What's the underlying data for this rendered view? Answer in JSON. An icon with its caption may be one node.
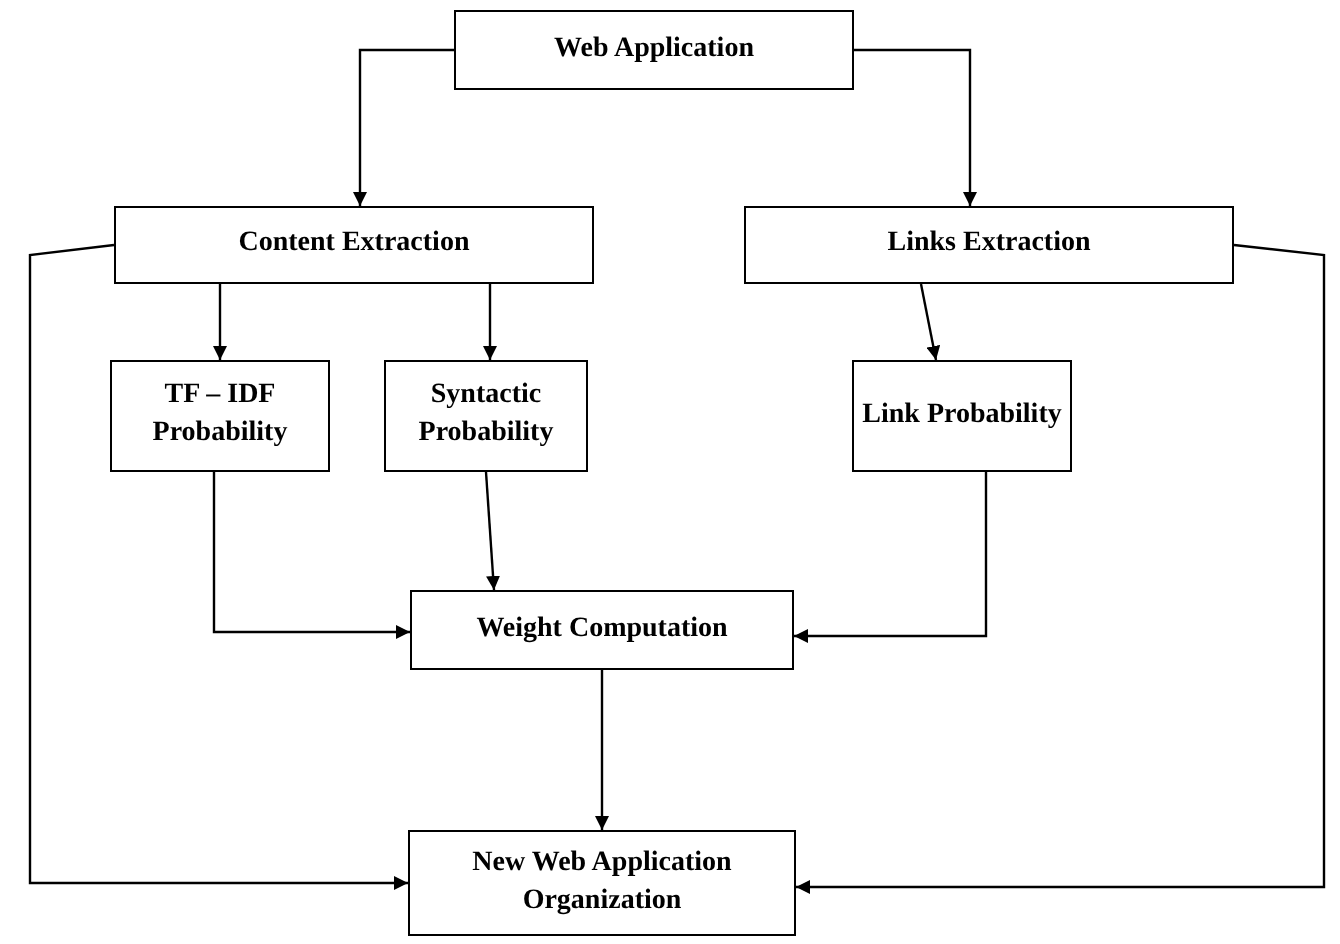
{
  "diagram": {
    "nodes": [
      {
        "text": [
          "Web Application"
        ]
      },
      {
        "text": [
          "Content Extraction"
        ]
      },
      {
        "text": [
          "Links Extraction"
        ]
      },
      {
        "text": [
          "TF – IDF Probability"
        ]
      },
      {
        "text": [
          "Syntactic Probability"
        ]
      },
      {
        "text": [
          "Link Probability"
        ]
      },
      {
        "text": [
          "Weight Computation"
        ]
      },
      {
        "text": [
          "New Web Application Organization"
        ]
      }
    ],
    "edges": [
      {
        "from": 0,
        "to": 1,
        "arrow": "to"
      },
      {
        "from": 0,
        "to": 2,
        "arrow": "to"
      },
      {
        "from": 1,
        "to": 3,
        "arrow": "to"
      },
      {
        "from": 1,
        "to": 4,
        "arrow": "to"
      },
      {
        "from": 2,
        "to": 5,
        "arrow": "to"
      },
      {
        "from": 3,
        "to": 6,
        "arrow": "to"
      },
      {
        "from": 4,
        "to": 6,
        "arrow": "to"
      },
      {
        "from": 5,
        "to": 6,
        "arrow": "to"
      },
      {
        "from": 6,
        "to": 7,
        "arrow": "to"
      },
      {
        "from": 1,
        "to": 7,
        "arrow": "to"
      },
      {
        "from": 2,
        "to": 7,
        "arrow": "to"
      }
    ]
  }
}
